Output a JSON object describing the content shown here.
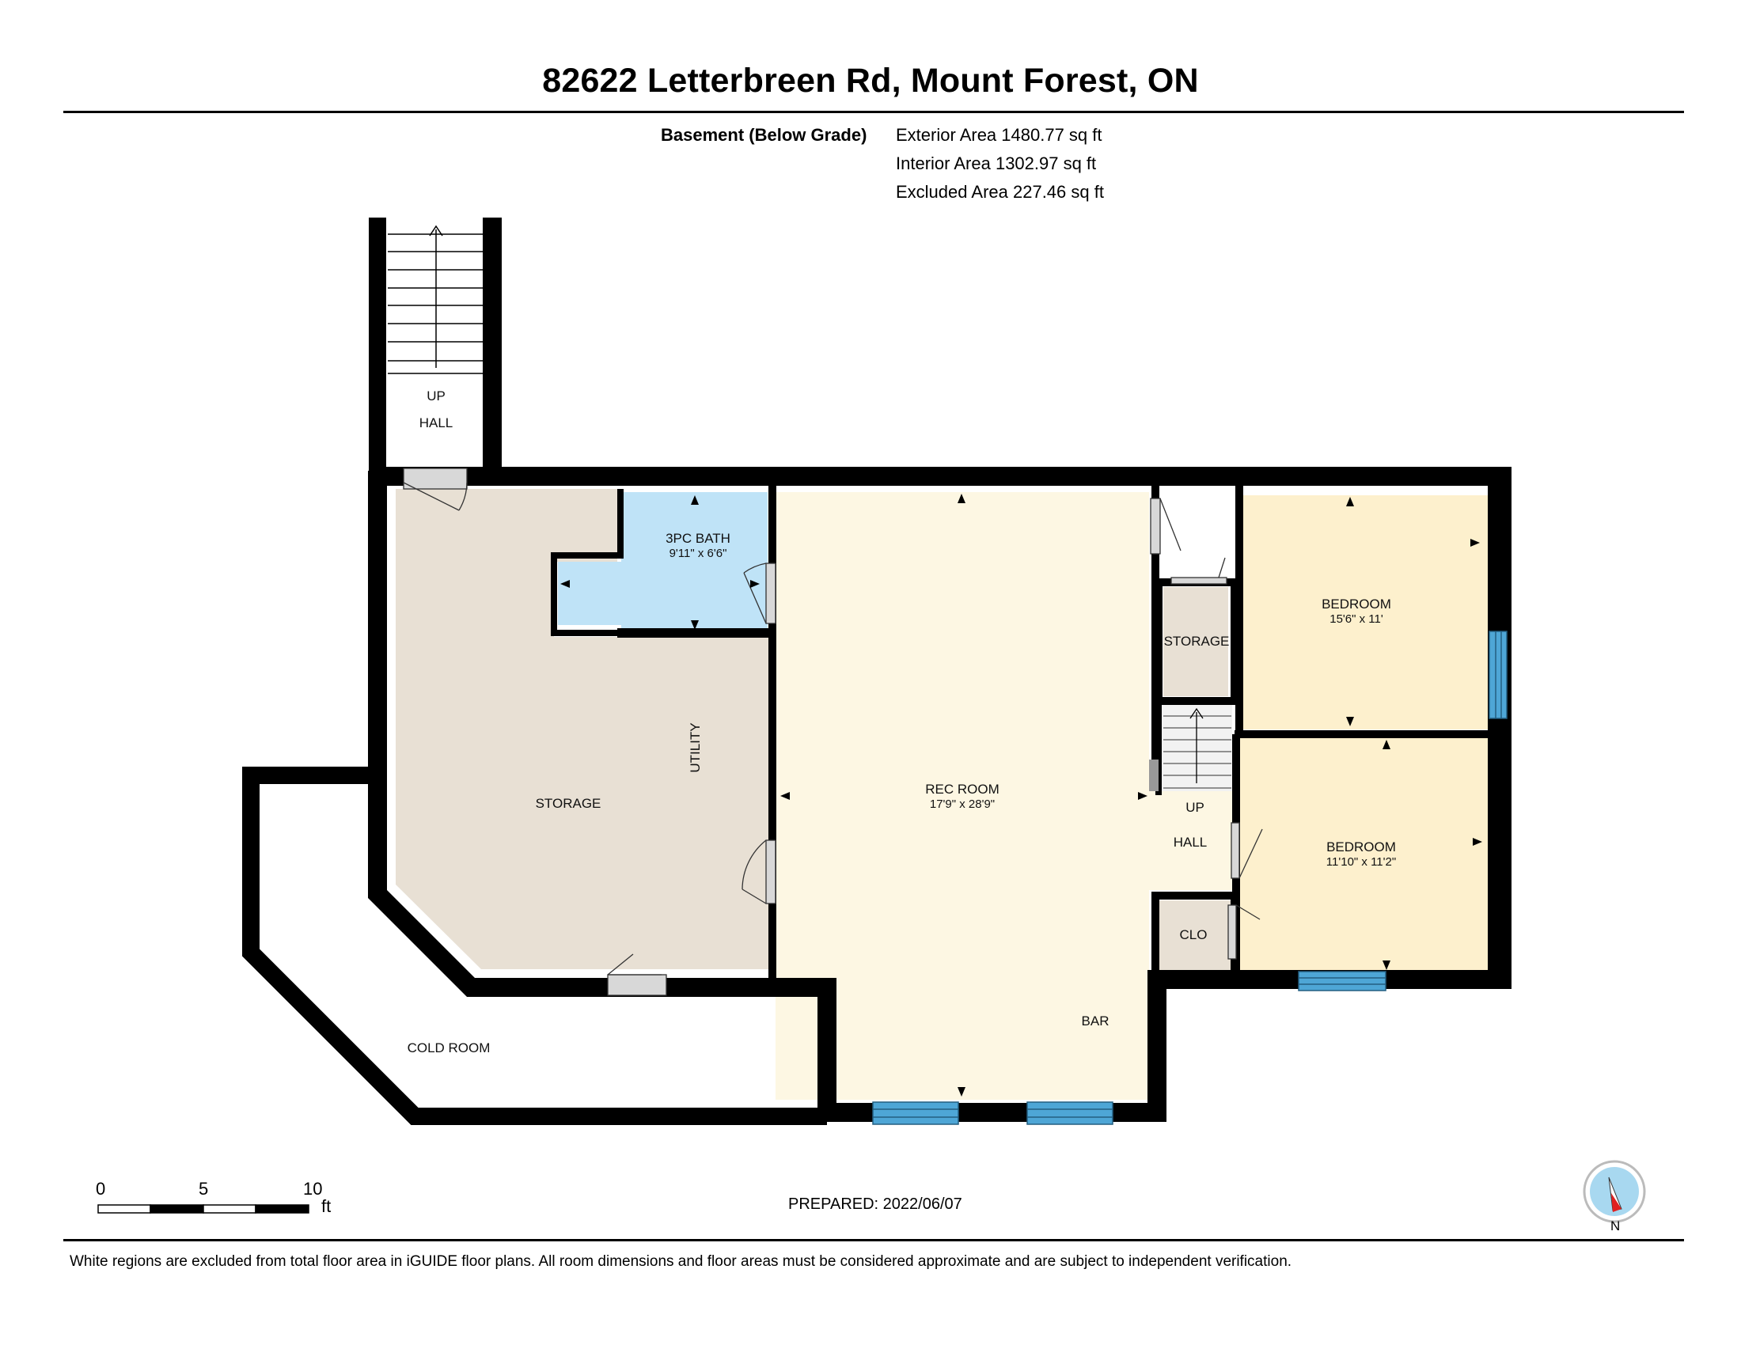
{
  "header": {
    "title": "82622 Letterbreen Rd, Mount Forest, ON"
  },
  "areas": {
    "level_label": "Basement (Below Grade)",
    "exterior": "Exterior Area 1480.77 sq ft",
    "interior": "Interior Area 1302.97 sq ft",
    "excluded": "Excluded Area 227.46 sq ft"
  },
  "rooms": {
    "up_stair_top": "UP",
    "hall_top": "HALL",
    "bath_name": "3PC BATH",
    "bath_dims": "9'11\" x 6'6\"",
    "utility": "UTILITY",
    "storage_main": "STORAGE",
    "rec_name": "REC ROOM",
    "rec_dims": "17'9\" x 28'9\"",
    "bar": "BAR",
    "storage_small": "STORAGE",
    "up_stair_mid": "UP",
    "hall_mid": "HALL",
    "clo": "CLO",
    "bedroom1_name": "BEDROOM",
    "bedroom1_dims": "15'6\" x 11'",
    "bedroom2_name": "BEDROOM",
    "bedroom2_dims": "11'10\" x 11'2\"",
    "cold_room": "COLD ROOM"
  },
  "scale": {
    "tick0": "0",
    "tick5": "5",
    "tick10": "10",
    "unit": "ft"
  },
  "footer": {
    "prepared": "PREPARED: 2022/06/07",
    "disclaimer": "White regions are excluded from total floor area in iGUIDE floor plans. All room dimensions and floor areas must be considered approximate and are subject to independent verification.",
    "compass_letter": "N"
  },
  "colors": {
    "wall": "#000000",
    "storage_fill": "#e8e0d4",
    "bath_fill": "#bfe3f7",
    "rec_fill": "#fdf7e3",
    "bedroom_fill": "#fdf0cd",
    "window": "#4ea6d6",
    "door_gray": "#d8d8d8",
    "compass_circle": "#a8d8f0",
    "compass_needle": "#e02020"
  }
}
